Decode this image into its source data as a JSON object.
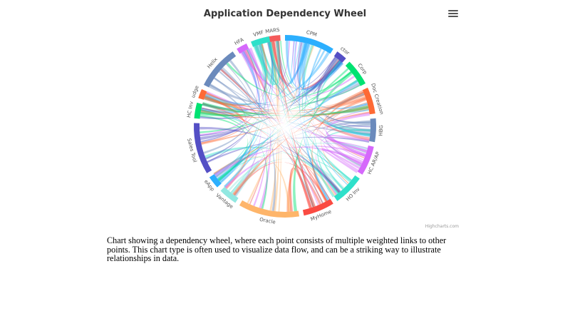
{
  "chart_data": {
    "type": "dependency-wheel",
    "title": "Application Dependency Wheel",
    "credits": "Highcharts.com",
    "center": [
      400,
      177
    ],
    "outer_radius": 128,
    "inner_radius": 120,
    "nodes": [
      {
        "name": "MARS",
        "color": "#f45b5b",
        "start": -12,
        "end": -3
      },
      {
        "name": "CPM",
        "color": "#2caffe",
        "start": 0,
        "end": 32
      },
      {
        "name": "ctor",
        "color": "#544fc5",
        "start": 35,
        "end": 42
      },
      {
        "name": "Corp",
        "color": "#00e272",
        "start": 45,
        "end": 62
      },
      {
        "name": "Doc Creation",
        "color": "#fe6a35",
        "start": 65,
        "end": 82
      },
      {
        "name": "HBG",
        "color": "#6b8abc",
        "start": 85,
        "end": 100
      },
      {
        "name": "HC AR/AP",
        "color": "#d568fb",
        "start": 103,
        "end": 122
      },
      {
        "name": "HO Inv",
        "color": "#2ee0ca",
        "start": 125,
        "end": 145
      },
      {
        "name": "MyHome",
        "color": "#fa4b42",
        "start": 148,
        "end": 168
      },
      {
        "name": "Oracle",
        "color": "#feb56a",
        "start": 171,
        "end": 210
      },
      {
        "name": "Vantage",
        "color": "#91e8e1",
        "start": 213,
        "end": 225
      },
      {
        "name": "eApp",
        "color": "#2caffe",
        "start": 228,
        "end": 236
      },
      {
        "name": "Sales Tool",
        "color": "#544fc5",
        "start": 239,
        "end": 272
      },
      {
        "name": "HC Inv",
        "color": "#00e272",
        "start": 275,
        "end": 285
      },
      {
        "name": "udge",
        "color": "#fe6a35",
        "start": 288,
        "end": 294
      },
      {
        "name": "Helix",
        "color": "#6b8abc",
        "start": 297,
        "end": 325
      },
      {
        "name": "HFA",
        "color": "#d568fb",
        "start": 328,
        "end": 335
      },
      {
        "name": "VMF",
        "color": "#2ee0ca",
        "start": 338,
        "end": 350
      }
    ],
    "links_note": "Many weighted semi-transparent ribbons connect nodes through the center"
  },
  "header": {
    "title": "Application Dependency Wheel",
    "menu_icon": "hamburger-menu-icon"
  },
  "credits": "Highcharts.com",
  "description": "Chart showing a dependency wheel, where each point consists of multiple weighted links to other points. This chart type is often used to visualize data flow, and can be a striking way to illustrate relationships in data."
}
